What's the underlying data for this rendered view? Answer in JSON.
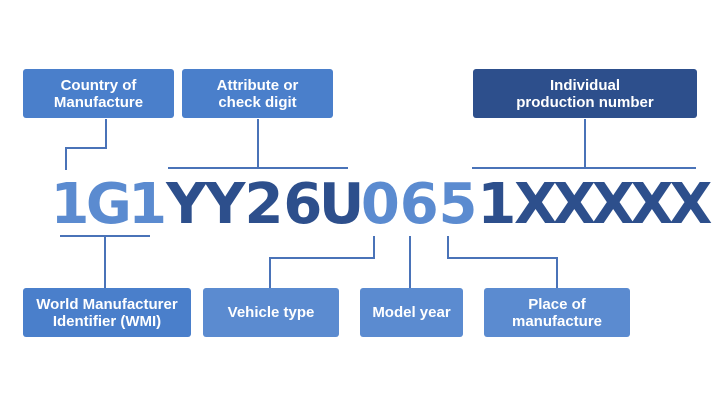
{
  "colors": {
    "box_light": "#4a7fcb",
    "box_dark": "#2d4f8c",
    "char_light": "#5b8bd0",
    "char_dark": "#2d4f8c",
    "line": "#4a73b8"
  },
  "vin": {
    "characters": [
      "1",
      "G",
      "1",
      "Y",
      "Y",
      "2",
      "6",
      "U",
      "0",
      "6",
      "5",
      "1",
      "X",
      "X",
      "X",
      "X",
      "X"
    ],
    "tones": [
      "light",
      "light",
      "light",
      "dark",
      "dark",
      "dark",
      "dark",
      "dark",
      "light",
      "light",
      "light",
      "dark",
      "dark",
      "dark",
      "dark",
      "dark",
      "dark"
    ]
  },
  "labels": {
    "country": "Country of\nManufacture",
    "attribute": "Attribute or\ncheck digit",
    "individual": "Individual\nproduction number",
    "wmi": "World Manufacturer\nIdentifier (WMI)",
    "vehicle_type": "Vehicle type",
    "model_year": "Model year",
    "place": "Place of\nmanufacture"
  }
}
